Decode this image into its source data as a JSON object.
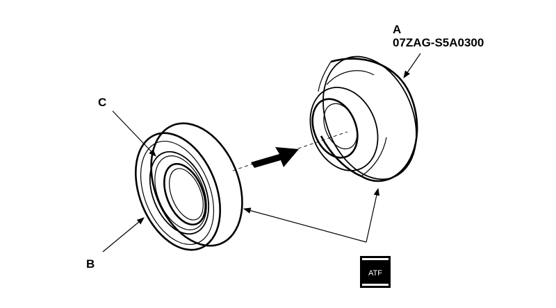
{
  "labels": {
    "tool_letter": "A",
    "tool_part_number": "07ZAG-S5A0300",
    "oil_seal_letter": "B",
    "lip_letter": "C",
    "fluid_symbol": "ATF"
  }
}
